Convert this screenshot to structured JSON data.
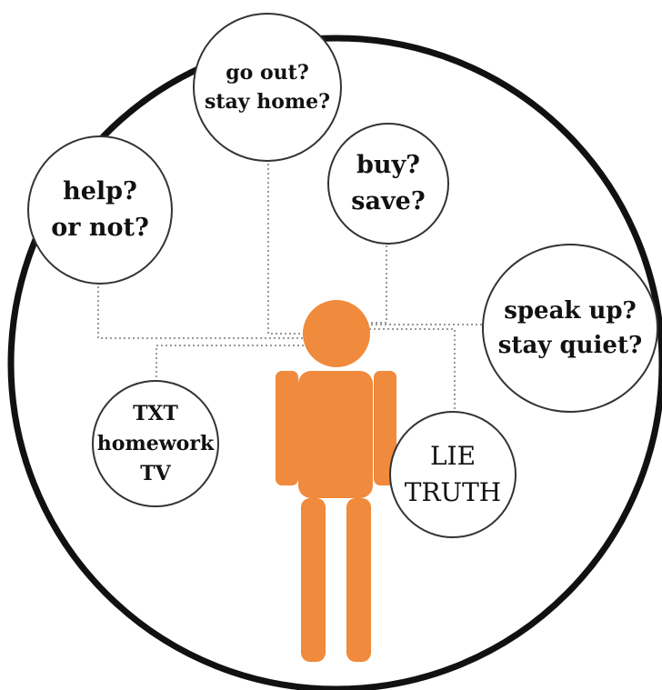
{
  "colors": {
    "figure": "#f08a3c",
    "outline": "#111111",
    "connector": "#999999"
  },
  "bubbles": {
    "go_out": {
      "lines": [
        "go out?",
        "stay home?"
      ]
    },
    "help": {
      "lines": [
        "help?",
        "or not?"
      ]
    },
    "buy": {
      "lines": [
        "buy?",
        "save?"
      ]
    },
    "speak": {
      "lines": [
        "speak up?",
        "stay quiet?"
      ]
    },
    "activity": {
      "lines": [
        "TXT",
        "homework",
        "TV"
      ]
    },
    "lie": {
      "lines": [
        "LIE",
        "TRUTH"
      ]
    }
  }
}
